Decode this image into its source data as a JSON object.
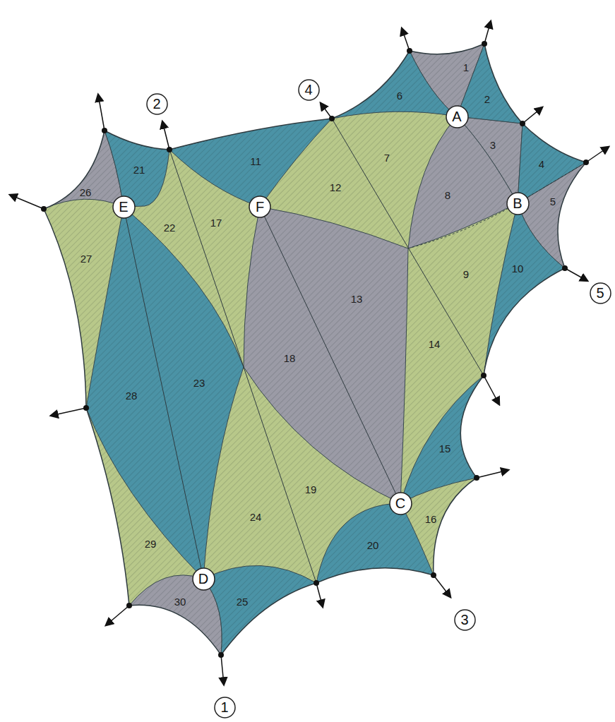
{
  "diagram": {
    "nodes": [
      {
        "text": [
          "4"
        ]
      },
      {
        "text": [
          "2"
        ]
      },
      {
        "text": [
          "A"
        ]
      },
      {
        "text": [
          "B"
        ]
      },
      {
        "text": [
          "E"
        ]
      },
      {
        "text": [
          "F"
        ]
      },
      {
        "text": [
          "5"
        ]
      },
      {
        "text": [
          "C"
        ]
      },
      {
        "text": [
          "D"
        ]
      },
      {
        "text": [
          "3"
        ]
      },
      {
        "text": [
          "1"
        ]
      }
    ],
    "labels": [
      "1",
      "2",
      "3",
      "4",
      "5",
      "6",
      "7",
      "8",
      "9",
      "10",
      "11",
      "12",
      "13",
      "14",
      "15",
      "16",
      "17",
      "18",
      "19",
      "20",
      "21",
      "22",
      "23",
      "24",
      "25",
      "26",
      "27",
      "28",
      "29",
      "30"
    ]
  }
}
